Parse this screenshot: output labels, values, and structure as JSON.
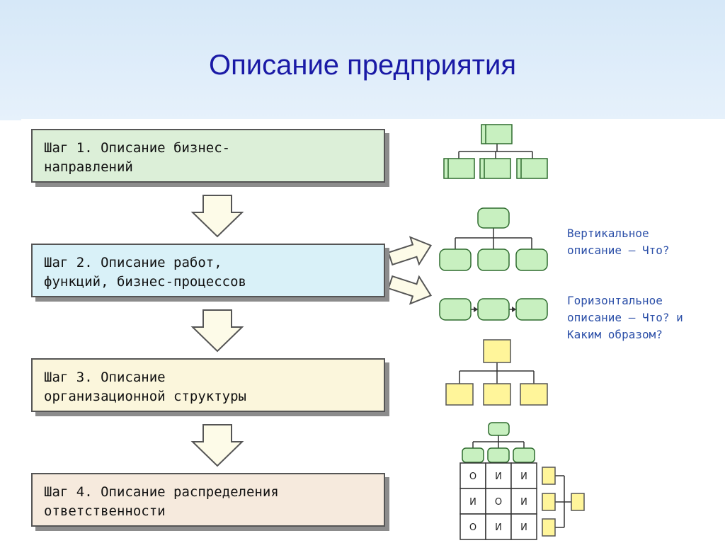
{
  "title": "Описание предприятия",
  "steps": [
    {
      "line1": "Шаг 1. Описание бизнес-",
      "line2": "направлений"
    },
    {
      "line1": "Шаг 2. Описание работ,",
      "line2": "функций, бизнес-процессов"
    },
    {
      "line1": "Шаг 3. Описание",
      "line2": "организационной структуры"
    },
    {
      "line1": "Шаг 4. Описание распределения",
      "line2": "ответственности"
    }
  ],
  "notes": {
    "vertical": {
      "line1": "Вертикальное",
      "line2": "описание – Что?"
    },
    "horizontal": {
      "line1": "Горизонтальное",
      "line2": "описание – Что? и",
      "line3": "Каким образом?"
    }
  },
  "matrix": [
    [
      "О",
      "И",
      "И"
    ],
    [
      "И",
      "О",
      "И"
    ],
    [
      "О",
      "И",
      "И"
    ]
  ],
  "colors": {
    "green_fill": "#c8f0c0",
    "green_stroke": "#2e6b2e",
    "yellow_fill": "#fff59a",
    "yellow_stroke": "#555555",
    "arrow_fill": "#fdfbe8",
    "note_text": "#2b4fa8",
    "title_text": "#1a1aa6"
  }
}
